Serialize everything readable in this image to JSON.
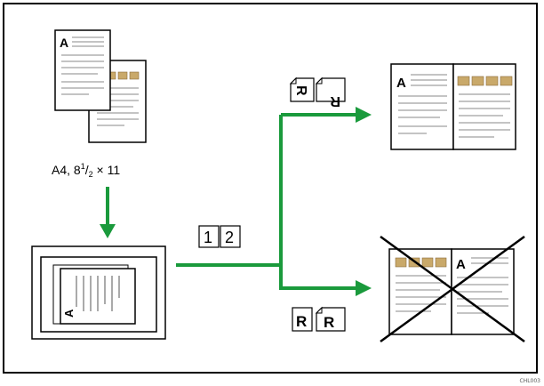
{
  "diagram": {
    "paper_size_label": {
      "main": "A4, 8",
      "sup": "1",
      "slash": "/",
      "sub": "2",
      "rest": " × 11"
    },
    "page_letter": "A",
    "orientation_letter": "R",
    "page_numbers": [
      "1",
      "2"
    ],
    "figure_code": "CHL003",
    "colors": {
      "arrow": "#1a9a3c",
      "frame": "#000000",
      "thumbnail": "#c9a96a",
      "cross": "#000000"
    }
  }
}
